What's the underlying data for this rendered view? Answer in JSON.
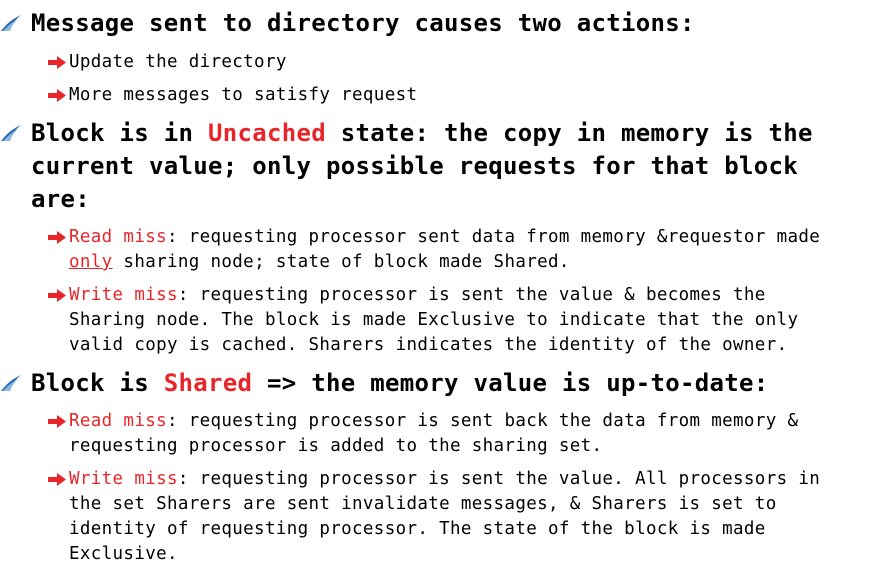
{
  "colors": {
    "accent": "#e8262a",
    "text": "#000000",
    "background": "#ffffff"
  },
  "icons": {
    "level1_bullet": "blue-swoosh-bullet-icon",
    "level2_bullet": "red-arrow-bullet-icon"
  },
  "b1": {
    "text": "Message sent to directory causes two actions:"
  },
  "b1a": {
    "text": "Update the directory"
  },
  "b1b": {
    "text": "More messages to satisfy request"
  },
  "b2": {
    "pre": "Block is in ",
    "hl": "Uncached",
    "post": " state: the copy in memory is the current value; only possible requests for that block are:"
  },
  "b2a": {
    "term": "Read miss",
    "t1": ": requesting processor sent data from memory &requestor made ",
    "u": "only",
    "t2": " sharing node; state of block made Shared."
  },
  "b2b": {
    "term": "Write miss",
    "t1": ": requesting processor is sent the value & becomes the Sharing node. The block is made Exclusive to indicate that the only valid copy is cached. Sharers indicates the identity of the owner."
  },
  "b3": {
    "pre": "Block is ",
    "hl": "Shared",
    "post": " => the memory value is up-to-date:"
  },
  "b3a": {
    "term": "Read miss",
    "t1": ": requesting processor is sent back the data from memory & requesting processor is added to the sharing set."
  },
  "b3b": {
    "term": "Write miss",
    "t1": ": requesting processor is sent the value. All processors in the set Sharers are sent invalidate messages, & Sharers is set to identity of requesting processor. The state of the block is made Exclusive."
  }
}
